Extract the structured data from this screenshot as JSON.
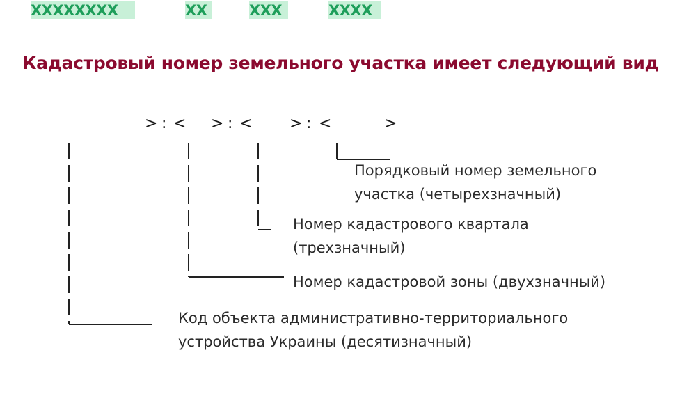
{
  "title": {
    "text": "Кадастровый номер земельного участка имеет следующий вид",
    "color": "#8b0a2f"
  },
  "code": {
    "field1": "XXXXXXXX",
    "field2": "XX",
    "field3": "XXX",
    "field4": "XXXX",
    "open": "<",
    "close": ">",
    "colon": ":",
    "highlight_color": "#c8f0d8",
    "x_color": "#1e9e5a"
  },
  "labels": {
    "parcel_line1": "Порядковый номер земельного",
    "parcel_line2": "участка (четырехзначный)",
    "quarter_line1": "Номер кадастрового квартала",
    "quarter_line2": "(трехзначный)",
    "zone_line1": "Номер кадастровой зоны (двухзначный)",
    "koatuu_line1": "Код объекта административно-территориального",
    "koatuu_line2": "устройства Украины (десятизначный)"
  }
}
